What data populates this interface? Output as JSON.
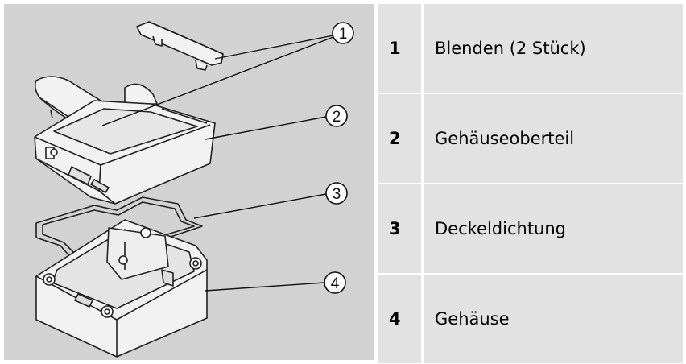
{
  "legend": {
    "rows": [
      {
        "number": "1",
        "label": "Blenden (2 Stück)"
      },
      {
        "number": "2",
        "label": "Gehäuseoberteil"
      },
      {
        "number": "3",
        "label": "Deckeldichtung"
      },
      {
        "number": "4",
        "label": "Gehäuse"
      }
    ]
  },
  "figure": {
    "callouts": [
      "1",
      "2",
      "3",
      "4"
    ]
  }
}
